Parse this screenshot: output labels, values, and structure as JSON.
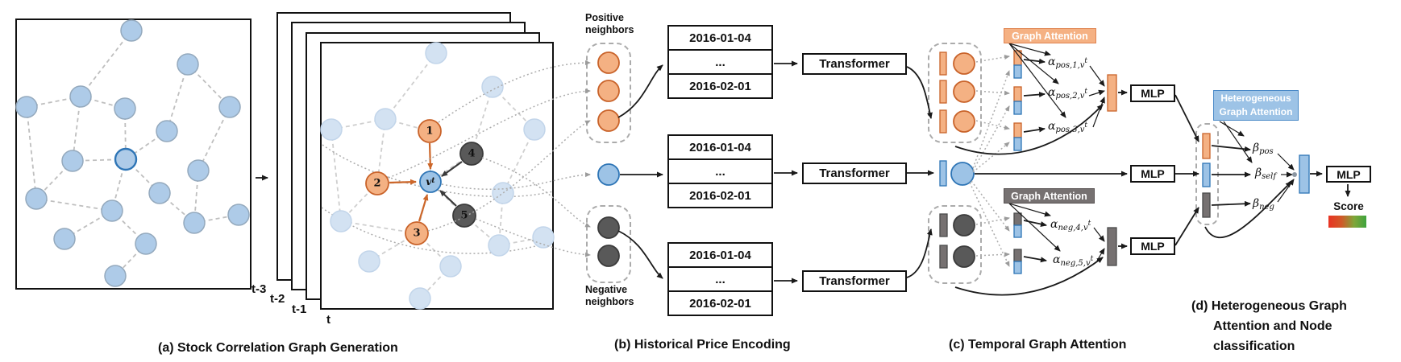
{
  "figure": {
    "captions": {
      "a": "(a) Stock Correlation Graph Generation",
      "b": "(b) Historical Price Encoding",
      "c": "(c) Temporal Graph Attention",
      "d_lines": [
        "(d) Heterogeneous Graph",
        "Attention and Node",
        "classification"
      ]
    },
    "time_labels": [
      "t-3",
      "t-2",
      "t-1",
      "t"
    ],
    "neighbors": {
      "positive_label": "Positive neighbors",
      "negative_label": "Negative neighbors",
      "positive_node_ids": [
        "1",
        "2",
        "3"
      ],
      "negative_node_ids": [
        "4",
        "5"
      ],
      "target_node": {
        "base": "v",
        "sup": "t"
      }
    },
    "dates": [
      "2016-01-04",
      "...",
      "2016-02-01"
    ],
    "boxes": {
      "transformer": "Transformer",
      "mlp": "MLP",
      "graph_attention": "Graph Attention",
      "heterogeneous_lines": [
        "Heterogeneous",
        "Graph Attention"
      ],
      "score": "Score"
    },
    "alphas_pos": [
      {
        "base": "α",
        "sub": "pos,1,v",
        "sup": "t"
      },
      {
        "base": "α",
        "sub": "pos,2,v",
        "sup": "t"
      },
      {
        "base": "α",
        "sub": "pos,3,v",
        "sup": "t"
      }
    ],
    "alphas_neg": [
      {
        "base": "α",
        "sub": "neg,4,v",
        "sup": "t"
      },
      {
        "base": "α",
        "sub": "neg,5,v",
        "sup": "t"
      }
    ],
    "betas": [
      {
        "base": "β",
        "sub": "pos"
      },
      {
        "base": "β",
        "sub": "self"
      },
      {
        "base": "β",
        "sub": "neg"
      }
    ],
    "colors": {
      "positive_fill": "#F4B183",
      "positive_border": "#C9632A",
      "negative_fill": "#595959",
      "blue_fill": "#9DC3E6",
      "blue_border": "#2E75B6",
      "graph_node": "#AECBE8",
      "score_red": "#E93323",
      "score_green": "#3EA43E"
    }
  }
}
